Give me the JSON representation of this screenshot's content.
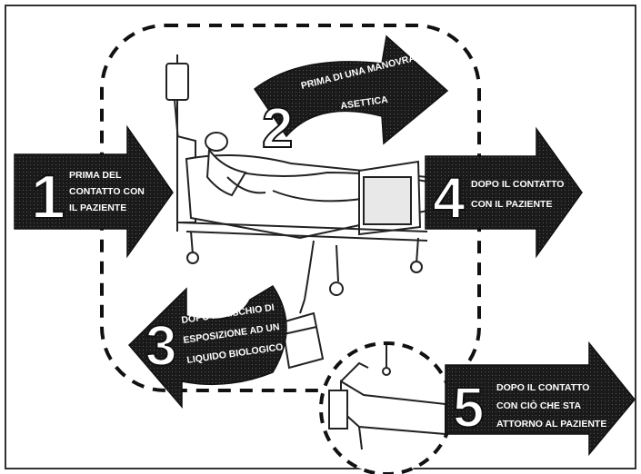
{
  "steps": [
    {
      "number": "1",
      "lines": [
        "PRIMA DEL",
        "CONTATTO CON",
        "IL PAZIENTE"
      ]
    },
    {
      "number": "2",
      "lines": [
        "PRIMA DI UNA MANOVRA",
        "ASETTICA"
      ]
    },
    {
      "number": "3",
      "lines": [
        "DOPO IL RISCHIO DI",
        "ESPOSIZIONE AD UN",
        "LIQUIDO BIOLOGICO"
      ]
    },
    {
      "number": "4",
      "lines": [
        "DOPO IL CONTATTO",
        "CON IL PAZIENTE"
      ]
    },
    {
      "number": "5",
      "lines": [
        "DOPO IL CONTATTO",
        "CON CIÒ CHE STA",
        "ATTORNO AL PAZIENTE"
      ]
    }
  ],
  "colors": {
    "arrow": "#1a1a1a",
    "dash": "#111111",
    "frame": "#333333",
    "figure": "#222222"
  }
}
